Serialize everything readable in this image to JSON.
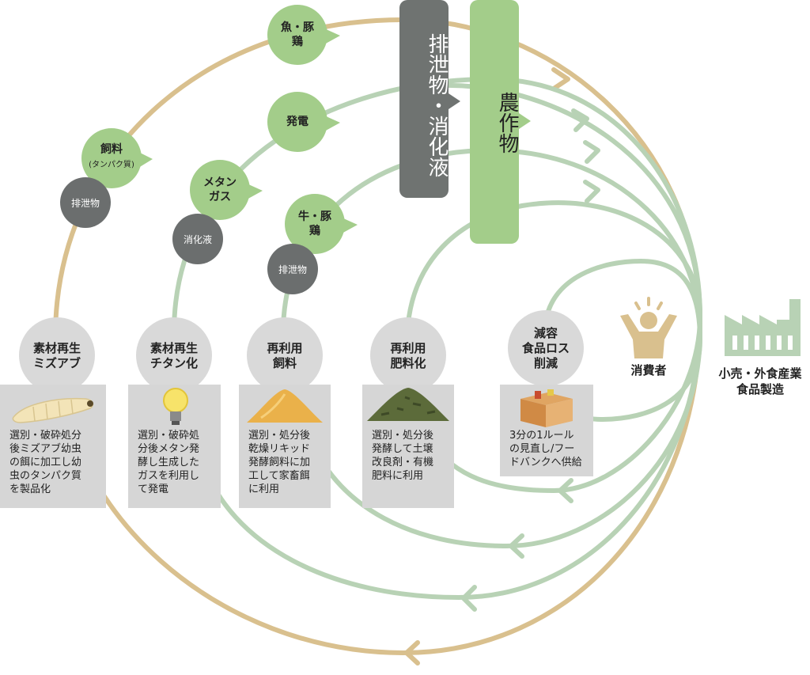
{
  "colors": {
    "outer_loop": "#d9c08e",
    "inner_loop": "#b8d2b5",
    "green_bubble": "#a3cd8a",
    "gray_bubble": "#6b6e6e",
    "gray_circle": "#d9d9d9",
    "bar_gray": "#6f7371",
    "bar_green": "#a3cd8a",
    "icon_gold": "#d9c08e",
    "icon_factory": "#b8d2b5"
  },
  "bars": {
    "excreta": "排泄物・消化液",
    "crops": "農作物"
  },
  "bubbles": {
    "fish_pig_chicken": "魚・豚\n鶏",
    "feed": "飼料",
    "feed_sub": "(タンパク質)",
    "power": "発電",
    "methane": "メタン\nガス",
    "cow_pig_chicken": "牛・豚\n鶏",
    "excreta_1": "排泄物",
    "digestion": "消化液",
    "excreta_2": "排泄物"
  },
  "stages": [
    {
      "title": "素材再生\nミズアブ",
      "desc": "選別・破砕処分\n後ミズアブ幼虫\nの餌に加工し幼\n虫のタンパク質\nを製品化",
      "icon": "larva-icon"
    },
    {
      "title": "素材再生\nチタン化",
      "desc": "選別・破砕処\n分後メタン発\n酵し生成した\nガスを利用し\nて発電",
      "icon": "light-bulb-icon"
    },
    {
      "title": "再利用\n飼料",
      "desc": "選別・処分後\n乾燥リキッド\n発酵飼料に加\n工して家畜餌\nに利用",
      "icon": "feed-pile-icon"
    },
    {
      "title": "再利用\n肥料化",
      "desc": "選別・処分後\n発酵して土壌\n改良剤・有機\n肥料に利用",
      "icon": "compost-pile-icon"
    },
    {
      "title": "減容\n食品ロス\n削減",
      "desc": "3分の1ルール\nの見直し/フー\nドバンクへ供給",
      "icon": "cardboard-box-icon"
    }
  ],
  "actors": {
    "consumer": "消費者",
    "industry": "小売・外食産業\n食品製造"
  }
}
